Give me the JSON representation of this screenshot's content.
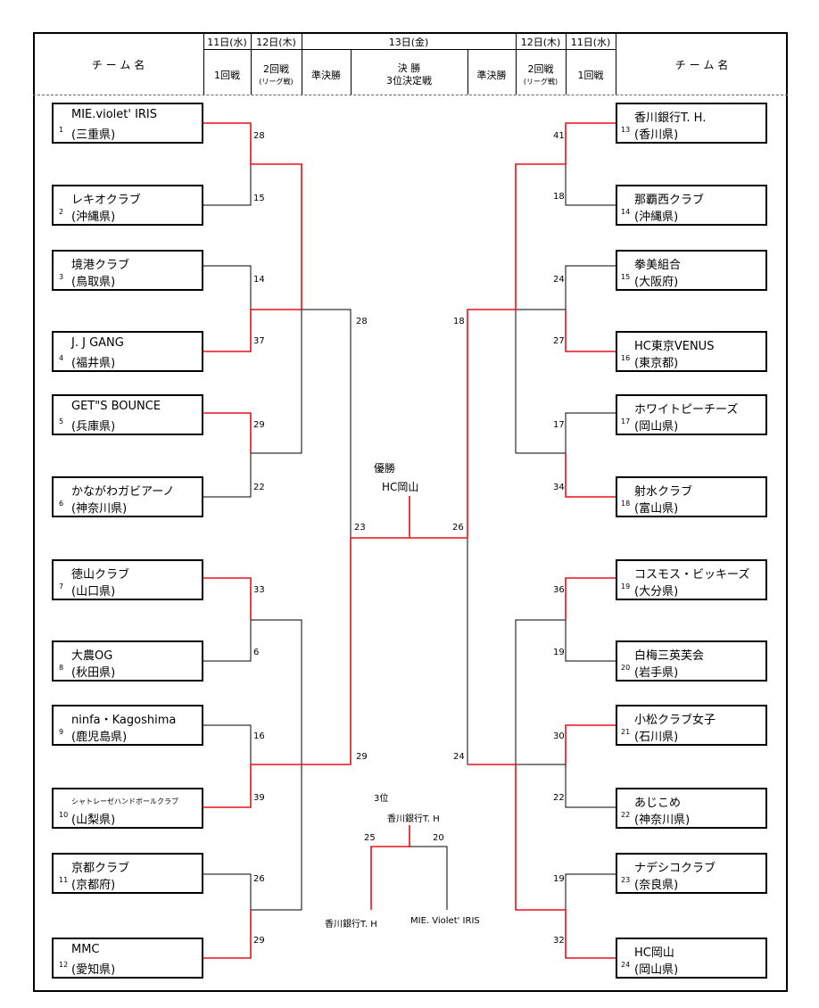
{
  "header": {
    "team_name_label": "チ ー ム 名",
    "day11_left": "11日(水)",
    "day12_left": "12日(木)",
    "day13": "13日(金)",
    "day12_right": "12日(木)",
    "day11_right": "11日(水)",
    "round1": "1回戦",
    "round2_line1": "2回戦",
    "round2_line2": "(リーグ戦)",
    "semifinal": "準決勝",
    "final_line1": "決 勝",
    "final_line2": "3位決定戦"
  },
  "teams_left": [
    {
      "seed": "1",
      "name": "MIE.violet' IRIS",
      "pref": "(三重県)"
    },
    {
      "seed": "2",
      "name": "レキオクラブ",
      "pref": "(沖縄県)"
    },
    {
      "seed": "3",
      "name": "境港クラブ",
      "pref": "(鳥取県)"
    },
    {
      "seed": "4",
      "name": "J. J GANG",
      "pref": "(福井県)"
    },
    {
      "seed": "5",
      "name": "GET\"S BOUNCE",
      "pref": "(兵庫県)"
    },
    {
      "seed": "6",
      "name": "かながわガビアーノ",
      "pref": "(神奈川県)"
    },
    {
      "seed": "7",
      "name": "徳山クラブ",
      "pref": "(山口県)"
    },
    {
      "seed": "8",
      "name": "大農OG",
      "pref": "(秋田県)"
    },
    {
      "seed": "9",
      "name": "ninfa・Kagoshima",
      "pref": "(鹿児島県)"
    },
    {
      "seed": "10",
      "name": "シャトレーゼハンドボールクラブ",
      "pref": "(山梨県)"
    },
    {
      "seed": "11",
      "name": "京都クラブ",
      "pref": "(京都府)"
    },
    {
      "seed": "12",
      "name": "MMC",
      "pref": "(愛知県)"
    }
  ],
  "teams_right": [
    {
      "seed": "13",
      "name": "香川銀行T. H.",
      "pref": "(香川県)"
    },
    {
      "seed": "14",
      "name": "那覇西クラブ",
      "pref": "(沖縄県)"
    },
    {
      "seed": "15",
      "name": "拳美組合",
      "pref": "(大阪府)"
    },
    {
      "seed": "16",
      "name": "HC東京VENUS",
      "pref": "(東京都)"
    },
    {
      "seed": "17",
      "name": "ホワイトピーチーズ",
      "pref": "(岡山県)"
    },
    {
      "seed": "18",
      "name": "射水クラブ",
      "pref": "(富山県)"
    },
    {
      "seed": "19",
      "name": "コスモス・ビッキーズ",
      "pref": "(大分県)"
    },
    {
      "seed": "20",
      "name": "白梅三英芙会",
      "pref": "(岩手県)"
    },
    {
      "seed": "21",
      "name": "小松クラブ女子",
      "pref": "(石川県)"
    },
    {
      "seed": "22",
      "name": "あじこめ",
      "pref": "(神奈川県)"
    },
    {
      "seed": "23",
      "name": "ナデシコクラブ",
      "pref": "(奈良県)"
    },
    {
      "seed": "24",
      "name": "HC岡山",
      "pref": "(岡山県)"
    }
  ],
  "scores_left_r1": [
    "28",
    "15",
    "14",
    "37",
    "29",
    "22",
    "33",
    "6",
    "16",
    "39",
    "26",
    "29"
  ],
  "scores_right_r1": [
    "41",
    "18",
    "24",
    "27",
    "17",
    "34",
    "36",
    "19",
    "30",
    "22",
    "19",
    "32"
  ],
  "scores_semis": {
    "left_top": "28",
    "right_top": "18",
    "left_bottom": "29",
    "right_bottom": "24"
  },
  "scores_final": {
    "left": "23",
    "right": "26"
  },
  "champion": {
    "label": "優勝",
    "team": "HC岡山"
  },
  "third_place": {
    "label": "3位",
    "winner": "香川銀行T. H",
    "score_left": "25",
    "score_right": "20",
    "team_left": "香川銀行T. H",
    "team_right": "MIE. Violet' IRIS"
  },
  "colors": {
    "winner_line": "#e8101c",
    "line": "#000000"
  }
}
